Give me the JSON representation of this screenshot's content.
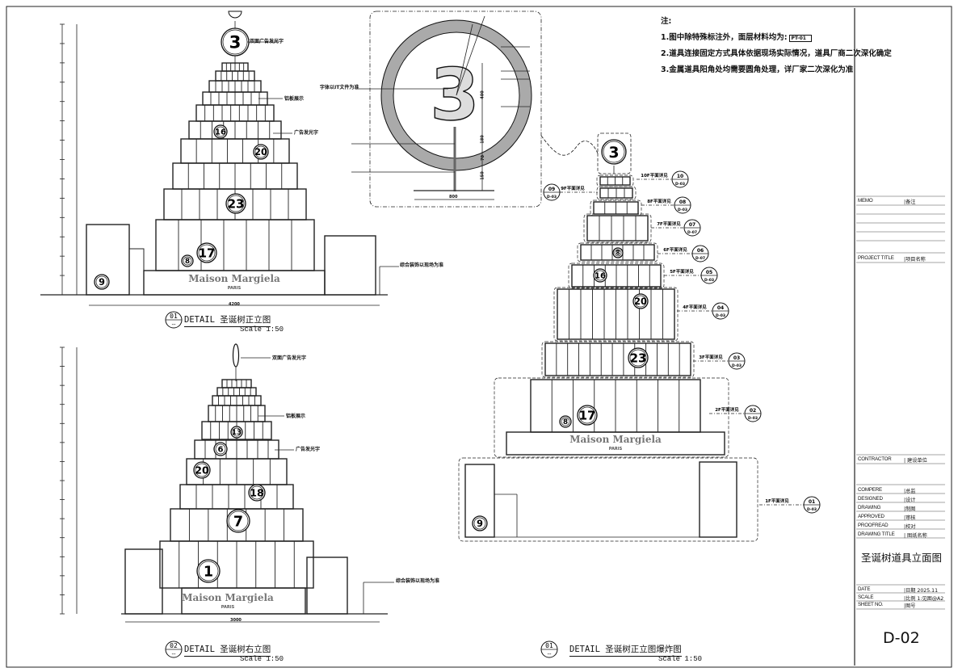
{
  "notes": {
    "heading": "注:",
    "items": [
      "1.图中除特殊标注外，面层材料均为:",
      "2.道具连接固定方式具体依据现场实际情况，道具厂商二次深化确定",
      "3.金属道具阳角处均需要圆角处理，详厂家二次深化为准"
    ],
    "material_tag": "PT-01"
  },
  "views": [
    {
      "number": "01",
      "sub": "--",
      "title": "DETAIL 圣诞树正立图",
      "scale": "Scale 1:50"
    },
    {
      "number": "02",
      "sub": "--",
      "title": "DETAIL 圣诞树右立图",
      "scale": "Scale 1:50"
    },
    {
      "number": "01",
      "sub": "--",
      "title": "DETAIL 圣诞树正立图爆炸图",
      "scale": "Scale 1:50"
    }
  ],
  "brand": {
    "name": "Maison Margiela",
    "city": "PARIS"
  },
  "callouts": {
    "double_sign": "双面广告发光字",
    "display": "铝板展示",
    "sign": "广告发光字",
    "finish": "综合装饰以现场为准",
    "font": "字体以IT文件为准"
  },
  "front_badges": [
    "3",
    "16",
    "20",
    "23",
    "17",
    "8",
    "9"
  ],
  "side_badges": [
    "13",
    "6",
    "20",
    "18",
    "7",
    "1"
  ],
  "exploded_badges": [
    "3",
    "8",
    "16",
    "20",
    "23",
    "17",
    "8",
    "9"
  ],
  "detail_badge": "3",
  "dimensions": {
    "front_width": "4200",
    "side_width": "3000",
    "detail_width": "800",
    "detail_h1": "400",
    "detail_h2": "180",
    "detail_h3": "70",
    "detail_h4": "150"
  },
  "exploded_refs": [
    {
      "label": "10F平面详见",
      "num": "10",
      "sheet": "D-03"
    },
    {
      "label": "9F平面详见",
      "num": "09",
      "sheet": "D-03"
    },
    {
      "label": "8F平面详见",
      "num": "08",
      "sheet": "D-03"
    },
    {
      "label": "7F平面详见",
      "num": "07",
      "sheet": "D-07"
    },
    {
      "label": "6F平面详见",
      "num": "06",
      "sheet": "D-07"
    },
    {
      "label": "5F平面详见",
      "num": "05",
      "sheet": "D-03"
    },
    {
      "label": "4F平面详见",
      "num": "04",
      "sheet": "D-03"
    },
    {
      "label": "3F平面详见",
      "num": "03",
      "sheet": "D-03"
    },
    {
      "label": "2F平面详见",
      "num": "02",
      "sheet": "D-03"
    },
    {
      "label": "1F平面详见",
      "num": "01",
      "sheet": "D-03"
    }
  ],
  "title_block": {
    "memo_label": "MEMO",
    "memo_value": "|备注",
    "project_label": "PROJECT TITLE",
    "project_value": "|项目名称",
    "contractor_label": "CONTRACTOR",
    "contractor_value": "| 建设单位",
    "rows": [
      {
        "label": "COMPERE",
        "value": "|总监"
      },
      {
        "label": "DESIGNED",
        "value": "|设计"
      },
      {
        "label": "DRAWING",
        "value": "|制图"
      },
      {
        "label": "APPROVED",
        "value": "|审核"
      },
      {
        "label": "PROOFREAD",
        "value": "|校对"
      },
      {
        "label": "DRAWING TITLE",
        "value": "| 图纸名称"
      }
    ],
    "drawing_title": "圣诞树道具立面图",
    "date_label": "DATE",
    "date_value": "|日期 2025.11",
    "scale_label": "SCALE",
    "scale_value": "|比例 1:见图@A2",
    "sheet_label": "SHEET NO.",
    "sheet_value": "|图号",
    "sheet_number": "D-02"
  }
}
